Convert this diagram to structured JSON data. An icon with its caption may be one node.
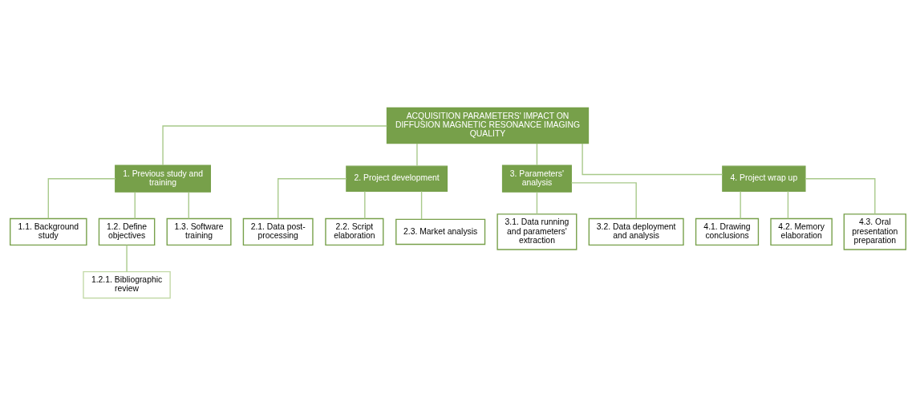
{
  "diagram": {
    "nodes": [
      {
        "text": [
          "ACQUISITION PARAMETERS' IMPACT ON DIFFUSION MAGNETIC RESONANCE IMAGING QUALITY"
        ]
      },
      {
        "text": [
          "1. Previous study and training"
        ]
      },
      {
        "text": [
          "1.1. Background study"
        ]
      },
      {
        "text": [
          "1.2. Define objectives"
        ]
      },
      {
        "text": [
          "1.2.1. Bibliographic review"
        ]
      },
      {
        "text": [
          "1.3. Software training"
        ]
      },
      {
        "text": [
          "2. Project development"
        ]
      },
      {
        "text": [
          "2.1. Data post-processing"
        ]
      },
      {
        "text": [
          "2.2. Script elaboration"
        ]
      },
      {
        "text": [
          "2.3. Market analysis"
        ]
      },
      {
        "text": [
          "3. Parameters' analysis"
        ]
      },
      {
        "text": [
          "3.1. Data running and parameters' extraction"
        ]
      },
      {
        "text": [
          "3.2. Data deployment and analysis"
        ]
      },
      {
        "text": [
          "4. Project wrap up"
        ]
      },
      {
        "text": [
          "4.1. Drawing conclusions"
        ]
      },
      {
        "text": [
          "4.2. Memory elaboration"
        ]
      },
      {
        "text": [
          "4.3. Oral presentation preparation"
        ]
      }
    ],
    "edges": [
      {
        "from": 0,
        "to": 1,
        "arrow": "none"
      },
      {
        "from": 0,
        "to": 6,
        "arrow": "none"
      },
      {
        "from": 0,
        "to": 10,
        "arrow": "none"
      },
      {
        "from": 0,
        "to": 13,
        "arrow": "none"
      },
      {
        "from": 1,
        "to": 2,
        "arrow": "none"
      },
      {
        "from": 1,
        "to": 3,
        "arrow": "none"
      },
      {
        "from": 1,
        "to": 5,
        "arrow": "none"
      },
      {
        "from": 3,
        "to": 4,
        "arrow": "none"
      },
      {
        "from": 6,
        "to": 7,
        "arrow": "none"
      },
      {
        "from": 6,
        "to": 8,
        "arrow": "none"
      },
      {
        "from": 6,
        "to": 9,
        "arrow": "none"
      },
      {
        "from": 10,
        "to": 11,
        "arrow": "none"
      },
      {
        "from": 10,
        "to": 12,
        "arrow": "none"
      },
      {
        "from": 13,
        "to": 14,
        "arrow": "none"
      },
      {
        "from": 13,
        "to": 15,
        "arrow": "none"
      },
      {
        "from": 13,
        "to": 16,
        "arrow": "none"
      }
    ]
  }
}
